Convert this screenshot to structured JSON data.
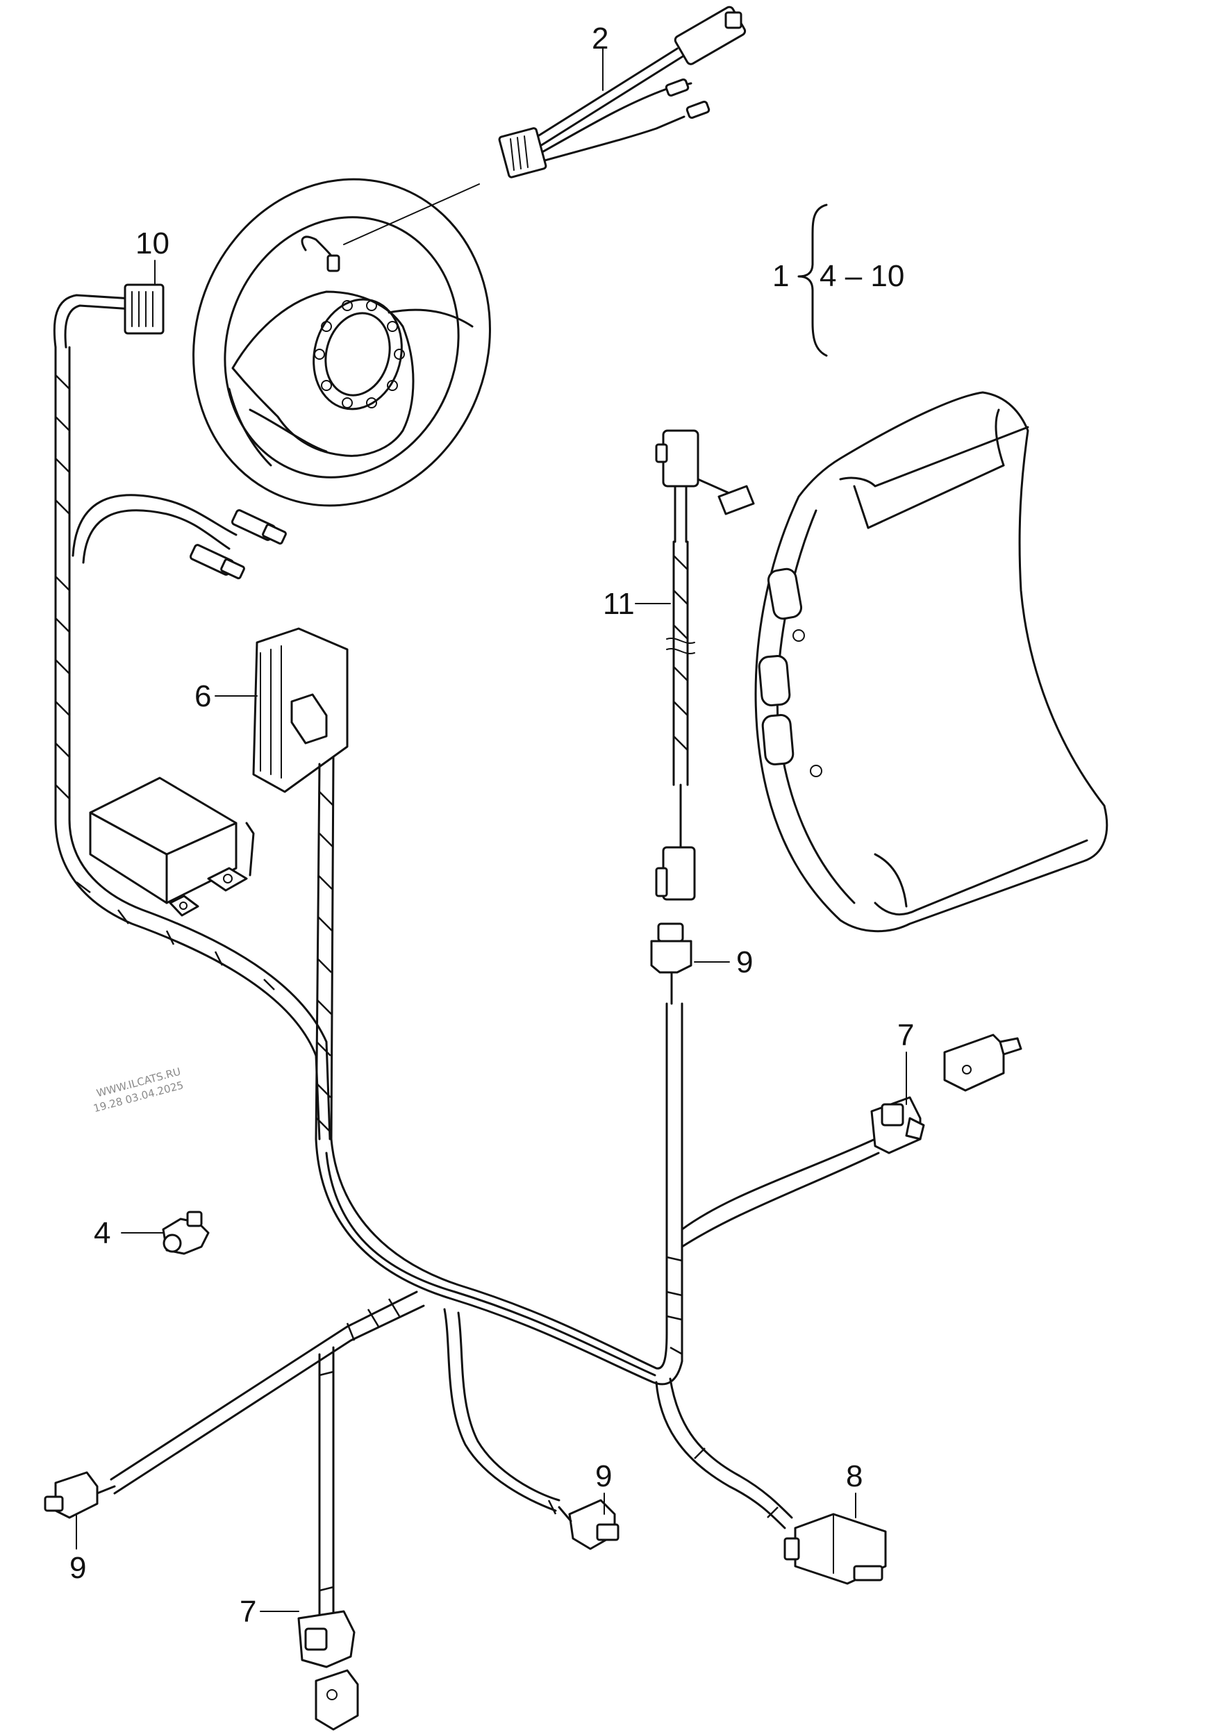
{
  "diagram": {
    "title": "Wiring set for airbag",
    "callouts": {
      "c1": "1",
      "c1_range": "4 – 10",
      "c2": "2",
      "c4": "4",
      "c6": "6",
      "c7_upper": "7",
      "c7_lower": "7",
      "c8": "8",
      "c9_center": "9",
      "c9_left": "9",
      "c9_mid": "9",
      "c10": "10",
      "c11": "11"
    },
    "watermark": {
      "line1": "WWW.ILCATS.RU",
      "line2": "19.28 03.04.2025"
    }
  }
}
